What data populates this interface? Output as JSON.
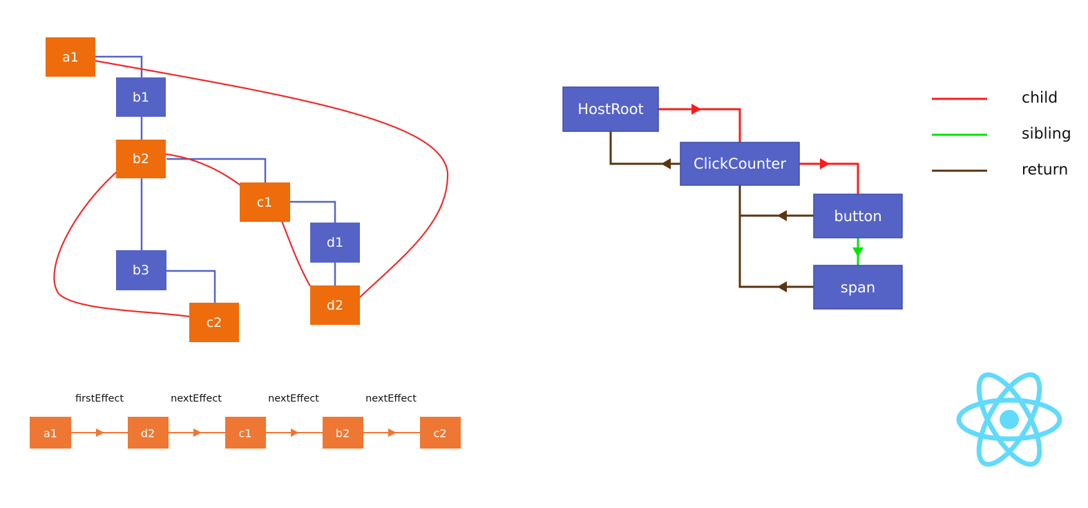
{
  "left_tree": {
    "nodes": {
      "a1": {
        "label": "a1"
      },
      "b1": {
        "label": "b1"
      },
      "b2": {
        "label": "b2"
      },
      "b3": {
        "label": "b3"
      },
      "c1": {
        "label": "c1"
      },
      "c2": {
        "label": "c2"
      },
      "d1": {
        "label": "d1"
      },
      "d2": {
        "label": "d2"
      }
    }
  },
  "effect_list": {
    "nodes": [
      "a1",
      "d2",
      "c1",
      "b2",
      "c2"
    ],
    "links": [
      "firstEffect",
      "nextEffect",
      "nextEffect",
      "nextEffect"
    ]
  },
  "fiber_tree": {
    "nodes": {
      "hostroot": {
        "label": "HostRoot"
      },
      "clickcounter": {
        "label": "ClickCounter"
      },
      "button": {
        "label": "button"
      },
      "span": {
        "label": "span"
      }
    }
  },
  "legend": {
    "items": [
      {
        "label": "child",
        "color": "#ff1a1a"
      },
      {
        "label": "sibling",
        "color": "#00e600"
      },
      {
        "label": "return",
        "color": "#5a3510"
      }
    ]
  },
  "colors": {
    "orange": "#ee6c0b",
    "blue": "#5563c7",
    "red": "#ee2b2b",
    "effect_orange": "#ee7733",
    "react_blue": "#61dafb"
  }
}
